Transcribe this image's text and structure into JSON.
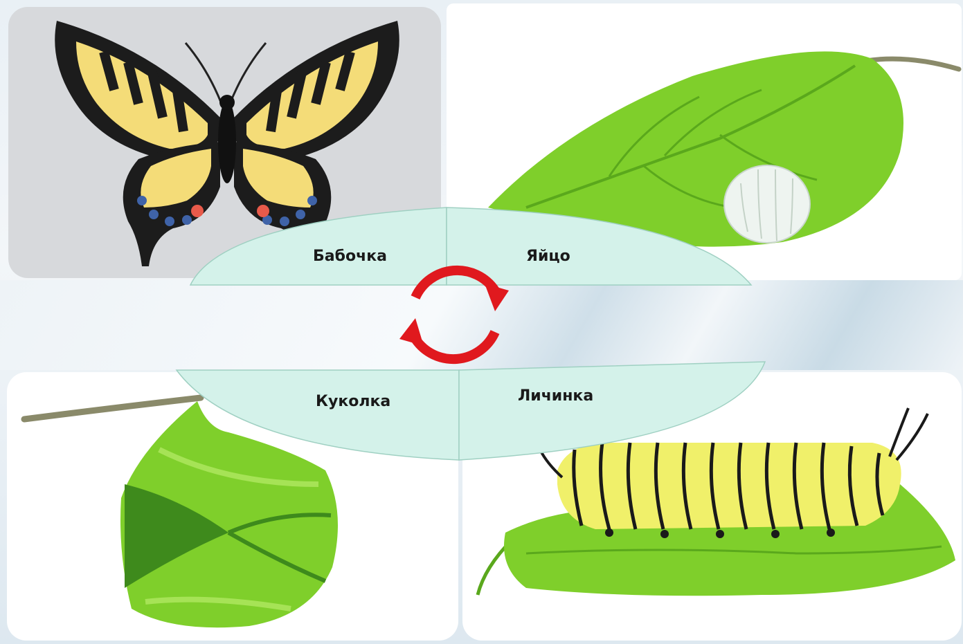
{
  "stages": {
    "butterfly": "Бабочка",
    "egg": "Яйцо",
    "pupa": "Куколка",
    "larva": "Личинка"
  },
  "colors": {
    "label_fill": "#d4f2ea",
    "cycle_arrow": "#e0191e",
    "leaf_green": "#7fcf2b",
    "wing_yellow": "#f4dc78"
  },
  "icons": {
    "cycle": "cycle-arrows-icon"
  }
}
